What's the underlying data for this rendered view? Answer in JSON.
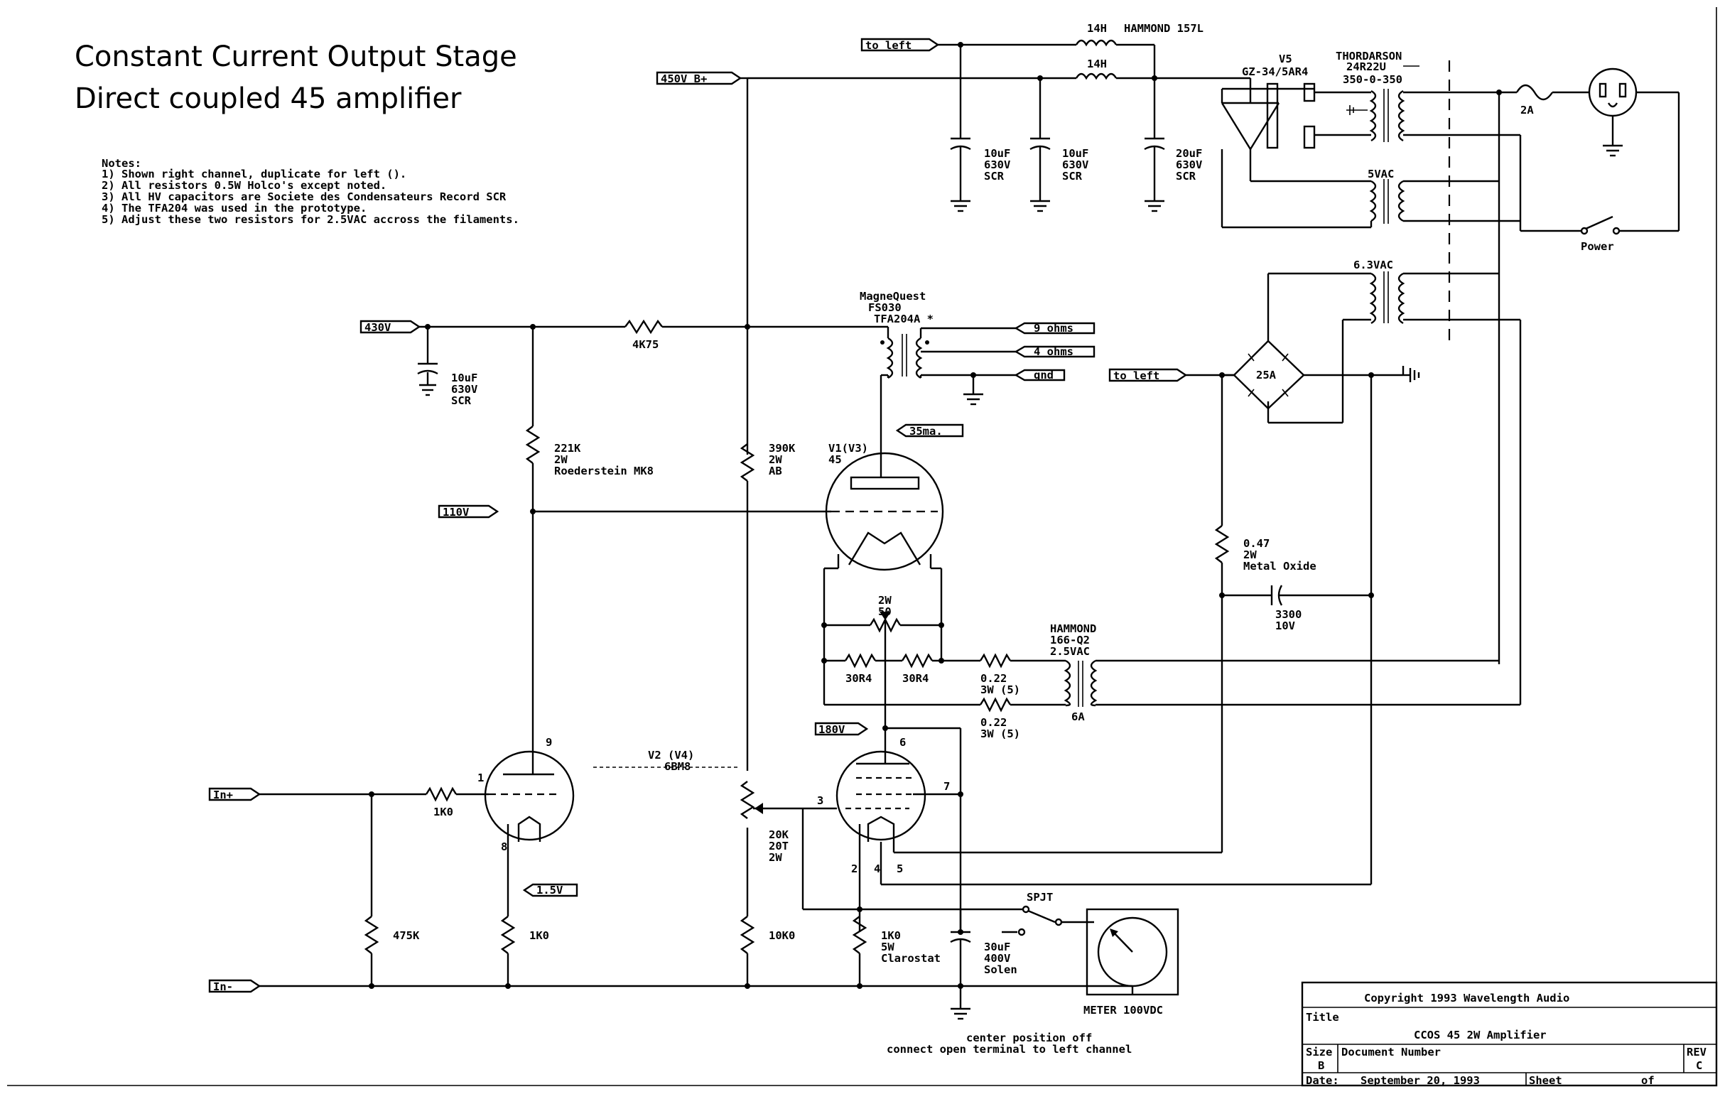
{
  "title": {
    "line1": "Constant Current Output Stage",
    "line2": "Direct coupled 45 amplifier"
  },
  "notes": {
    "heading": "Notes:",
    "items": [
      "1) Shown right channel, duplicate for left ().",
      "2) All resistors 0.5W Holco's except noted.",
      "3) All HV capacitors are Societe des Condensateurs Record SCR",
      "4) The TFA204 was used in the prototype.",
      "5) Adjust these two resistors for 2.5VAC accross the filaments."
    ]
  },
  "ports": {
    "to_left_top": "to left",
    "b_plus": "450V B+",
    "v430": "430V",
    "v110": "110V",
    "ma35": "35ma.",
    "v180": "180V",
    "v1_5": "1.5V",
    "in_plus": "In+",
    "in_minus": "In-",
    "ohms9": "9 ohms",
    "ohms4": "4 ohms",
    "gnd": "gnd",
    "to_left_mid": "to left"
  },
  "labels": {
    "choke1": "14H",
    "choke1_part": "HAMMOND 157L",
    "choke2": "14H",
    "c1": [
      "10uF",
      "630V",
      "SCR"
    ],
    "c2": [
      "10uF",
      "630V",
      "SCR"
    ],
    "c3": [
      "20uF",
      "630V",
      "SCR"
    ],
    "v5_name": "V5",
    "v5_type": "GZ-34/5AR4",
    "pt_brand": "THORDARSON",
    "pt_part": "24R22U",
    "pt_rating": "350-0-350",
    "fuse": "2A",
    "vac5": "5VAC",
    "power": "Power",
    "vac63": "6.3VAC",
    "bridge": "25A",
    "opt_line1": "MagneQuest",
    "opt_line2": "FS030",
    "opt_line3": "TFA204A *",
    "c430": [
      "10uF",
      "630V",
      "SCR"
    ],
    "r4k75": "4K75",
    "r221k": [
      "221K",
      "2W",
      "Roederstein MK8"
    ],
    "r390k": [
      "390K",
      "2W",
      "AB"
    ],
    "v1_name": "V1(V3)",
    "v1_type": "45",
    "pot50": [
      "2W",
      "50"
    ],
    "r30a": "30R4",
    "r30b": "30R4",
    "r022a": [
      "0.22",
      "3W (5)"
    ],
    "r022b": [
      "0.22",
      "3W (5)"
    ],
    "fil_xfmr": [
      "HAMMOND",
      "166-Q2",
      "2.5VAC"
    ],
    "fil_6a": "6A",
    "r047": [
      "0.47",
      "2W",
      "Metal Oxide"
    ],
    "c3300": [
      "3300",
      "10V"
    ],
    "v2": [
      "V2  (V4)",
      "6BM8"
    ],
    "pot20k": [
      "20K",
      "20T",
      "2W"
    ],
    "r1k_in": "1K0",
    "r475k": "475K",
    "r1k_cath": "1K0",
    "r10k": "10K0",
    "r1k_5w": [
      "1K0",
      "5W",
      "Clarostat"
    ],
    "c30uf": [
      "30uF",
      "400V",
      "Solen"
    ],
    "spjt": "SPJT",
    "meter": "METER 100VDC",
    "switch_note": [
      "center position off",
      "connect open terminal to left channel"
    ],
    "pins": [
      "9",
      "1",
      "8",
      "6",
      "3",
      "7",
      "2",
      "4",
      "5"
    ]
  },
  "titleblock": {
    "copyright": "Copyright 1993 Wavelength Audio",
    "title_label": "Title",
    "title_value": "CCOS 45 2W Amplifier",
    "size_label": "Size",
    "size_value": "B",
    "docnum_label": "Document Number",
    "rev_label": "REV",
    "rev_value": "C",
    "date_label": "Date:",
    "date_value": "September 20, 1993",
    "sheet_label": "Sheet",
    "of_label": "of"
  }
}
